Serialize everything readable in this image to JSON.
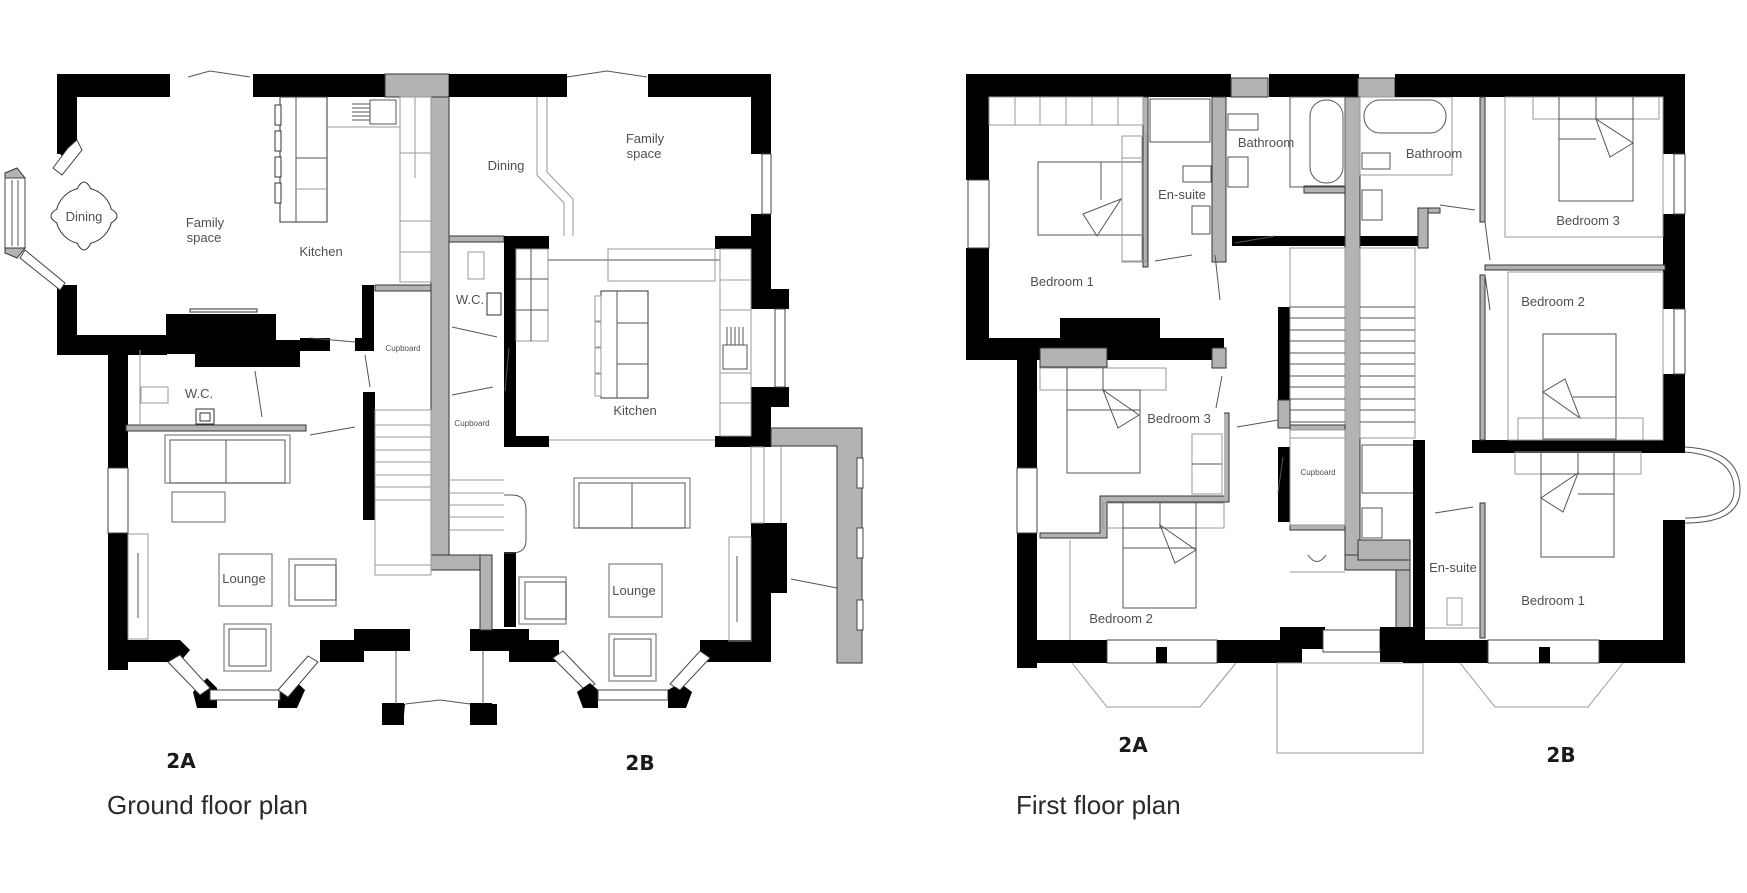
{
  "ground_floor": {
    "caption": "Ground floor plan",
    "unit_a": {
      "label": "2A",
      "rooms": {
        "dining": "Dining",
        "family_space": [
          "Family",
          "space"
        ],
        "kitchen": "Kitchen",
        "wc": "W.C.",
        "cupboard": "Cupboard",
        "lounge": "Lounge"
      }
    },
    "unit_b": {
      "label": "2B",
      "rooms": {
        "dining": "Dining",
        "family_space": [
          "Family",
          "space"
        ],
        "wc": "W.C.",
        "cupboard": "Cupboard",
        "kitchen": "Kitchen",
        "lounge": "Lounge"
      }
    }
  },
  "first_floor": {
    "caption": "First floor plan",
    "unit_a": {
      "label": "2A",
      "rooms": {
        "bedroom_1": "Bedroom 1",
        "en_suite": "En-suite",
        "bathroom": "Bathroom",
        "bedroom_3": "Bedroom 3",
        "bedroom_2": "Bedroom 2",
        "cupboard": "Cupboard"
      }
    },
    "unit_b": {
      "label": "2B",
      "rooms": {
        "bathroom": "Bathroom",
        "bedroom_3": "Bedroom 3",
        "bedroom_2": "Bedroom 2",
        "en_suite": "En-suite",
        "bedroom_1": "Bedroom 1"
      }
    }
  },
  "colors": {
    "external_wall": "#000000",
    "party_wall": "#b3b3b3",
    "label_text": "#505050",
    "unit_label": "#1a1a1a"
  }
}
